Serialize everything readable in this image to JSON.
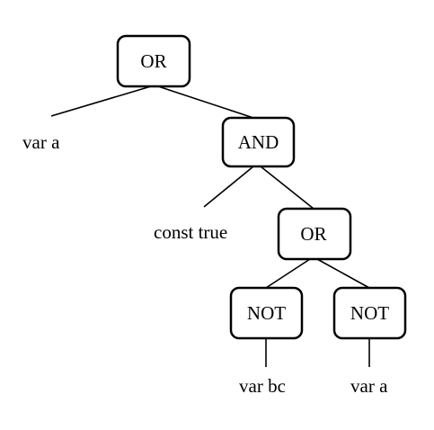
{
  "diagram": {
    "nodes": {
      "root_or": "OR",
      "and": "AND",
      "inner_or": "OR",
      "not_left": "NOT",
      "not_right": "NOT"
    },
    "leaves": {
      "var_a_top": "var a",
      "const_true": "const true",
      "var_bc": "var bc",
      "var_a_bottom": "var a"
    }
  }
}
